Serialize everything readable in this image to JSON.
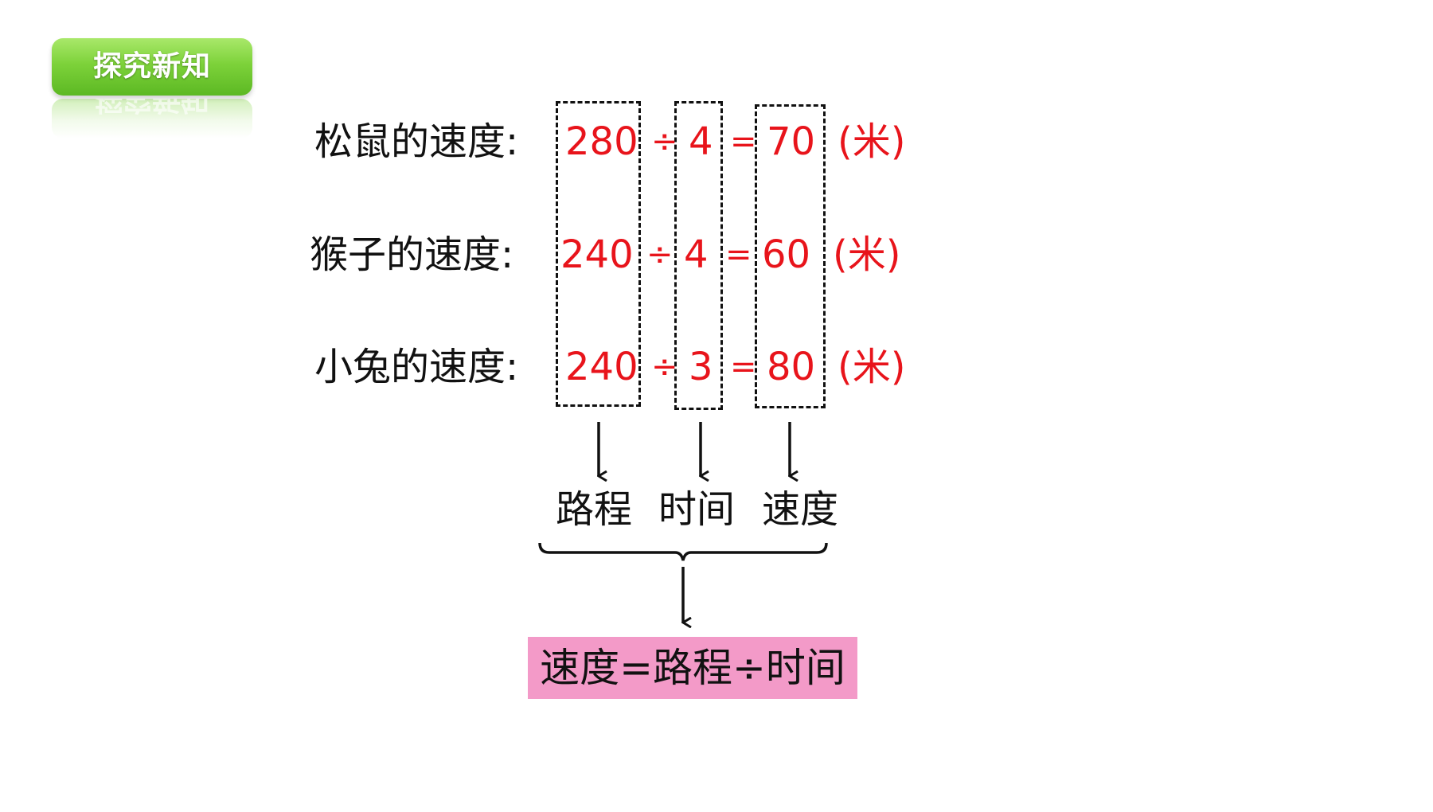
{
  "badge": {
    "title": "探究新知",
    "color": "#7dd23a"
  },
  "rows": [
    {
      "label": "松鼠的速度:",
      "distance": "280",
      "divide": "÷",
      "time": "4",
      "equals": "=",
      "speed": "70",
      "unit": "(米)"
    },
    {
      "label": "猴子的速度:",
      "distance": "240",
      "divide": "÷",
      "time": "4",
      "equals": "=",
      "speed": "60",
      "unit": "(米)"
    },
    {
      "label": "小兔的速度:",
      "distance": "240",
      "divide": "÷",
      "time": "3",
      "equals": "=",
      "speed": "80",
      "unit": "(米)"
    }
  ],
  "columns": {
    "distance_label": "路程",
    "time_label": "时间",
    "speed_label": "速度"
  },
  "formula": "速度=路程÷时间",
  "colors": {
    "value_red": "#e8141b",
    "formula_bg": "#f39ac8",
    "badge_green": "#7dd23a"
  }
}
